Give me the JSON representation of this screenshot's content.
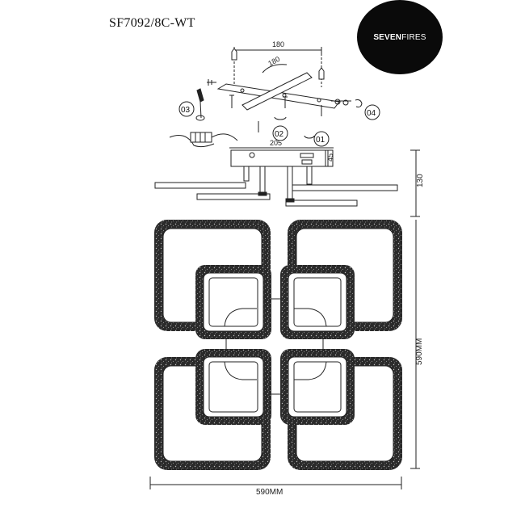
{
  "model_code": "SF7092/8C-WT",
  "brand": {
    "bold": "SEVEN",
    "light": "FIRES"
  },
  "mounting": {
    "dim_plate_length": "180",
    "dim_hole_spacing": "180",
    "dim_base_width": "205",
    "dim_base_height": "45",
    "callouts": [
      "01",
      "02",
      "03",
      "04"
    ]
  },
  "dimensions": {
    "side_height": "130",
    "total_height": "590MM",
    "total_width": "590MM"
  }
}
